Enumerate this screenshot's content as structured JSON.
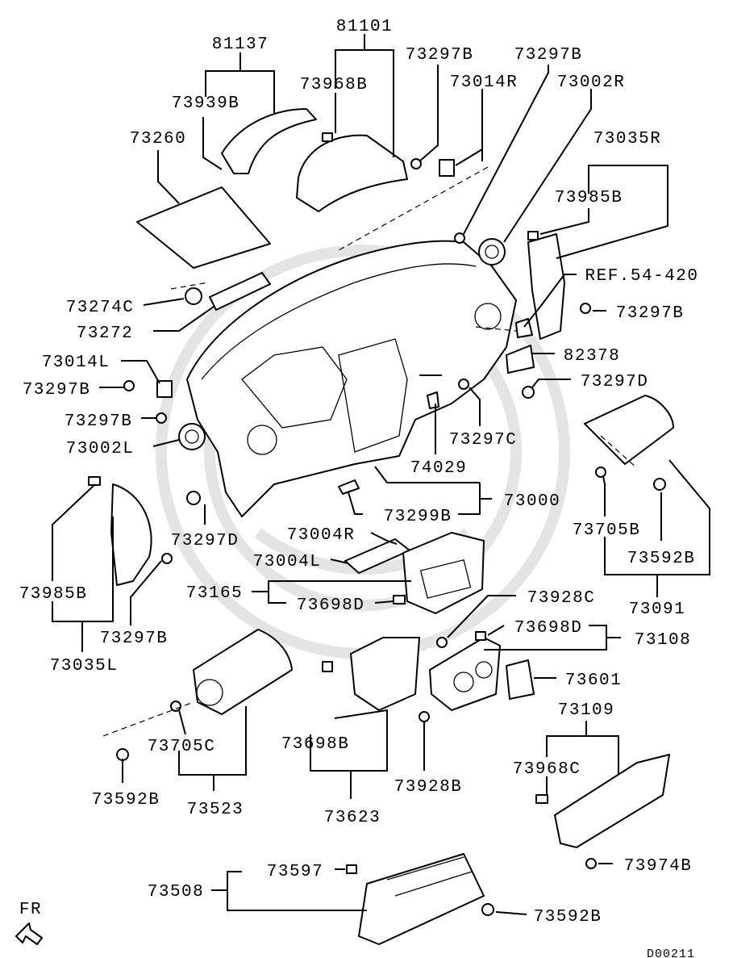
{
  "diagram": {
    "drawing_code": "D00211",
    "direction_label": "FR",
    "part_labels": {
      "p81137": "81137",
      "p81101": "81101",
      "p73297B_a": "73297B",
      "p73297B_b": "73297B",
      "p73939B": "73939B",
      "p73968B": "73968B",
      "p73014R": "73014R",
      "p73002R": "73002R",
      "p73260": "73260",
      "p73035R": "73035R",
      "p73985B_r": "73985B",
      "ref": "REF.54-420",
      "p73274C": "73274C",
      "p73297B_c": "73297B",
      "p73272": "73272",
      "p82378": "82378",
      "p73014L": "73014L",
      "p73297D_a": "73297D",
      "p73297B_d": "73297B",
      "p73297B_e": "73297B",
      "p73297C": "73297C",
      "p73002L": "73002L",
      "p74029": "74029",
      "p73000": "73000",
      "p73297D_b": "73297D",
      "p73299B": "73299B",
      "p73705B": "73705B",
      "p73004R": "73004R",
      "p73004L": "73004L",
      "p73592B_a": "73592B",
      "p73165": "73165",
      "p73985B_l": "73985B",
      "p73698D_a": "73698D",
      "p73091": "73091",
      "p73928C": "73928C",
      "p73297B_f": "73297B",
      "p73698D_b": "73698D",
      "p73108": "73108",
      "p73035L": "73035L",
      "p73601": "73601",
      "p73109": "73109",
      "p73705C": "73705C",
      "p73698B": "73698B",
      "p73968C": "73968C",
      "p73928B": "73928B",
      "p73592B_b": "73592B",
      "p73523": "73523",
      "p73623": "73623",
      "p73597": "73597",
      "p73974B": "73974B",
      "p73508": "73508",
      "p73592B_c": "73592B"
    }
  }
}
